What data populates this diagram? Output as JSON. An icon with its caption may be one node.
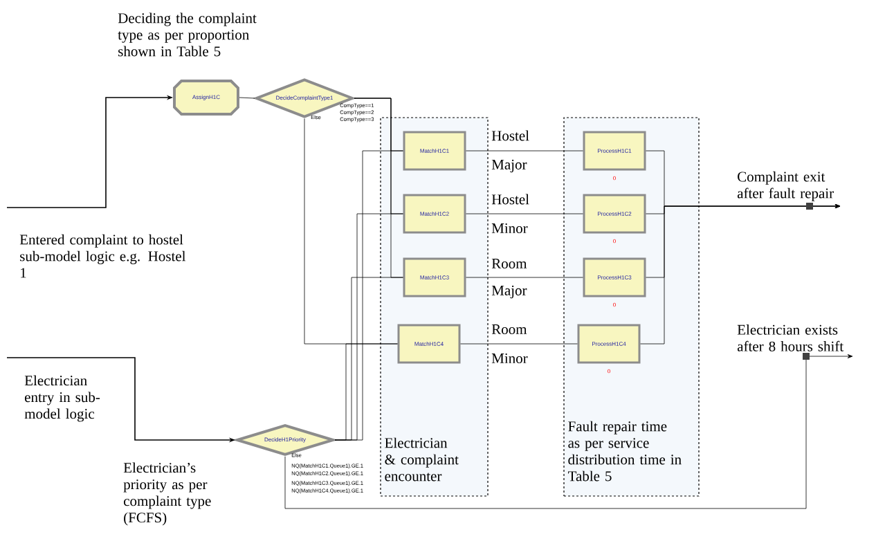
{
  "diagram": {
    "nodes": [
      {
        "text": [
          "Electrician & complaint encounter"
        ]
      },
      {
        "text": [
          "Fault repair time as per service distribution time in Table 5"
        ]
      },
      {
        "text": [
          "AssignH1C"
        ]
      },
      {
        "text": [
          "DecideComplaintType1"
        ],
        "beside": [
          "CompType==1",
          "CompType==2",
          "CompType==3",
          "Else"
        ]
      },
      {
        "text": [
          "MatchH1C1"
        ],
        "in": 0
      },
      {
        "text": [
          "MatchH1C2"
        ],
        "in": 0
      },
      {
        "text": [
          "MatchH1C3"
        ],
        "in": 0
      },
      {
        "text": [
          "MatchH1C4"
        ],
        "in": 0
      },
      {
        "text": [
          "ProcessH1C1"
        ],
        "in": 1,
        "beside": [
          "0"
        ]
      },
      {
        "text": [
          "ProcessH1C2"
        ],
        "in": 1,
        "beside": [
          "0"
        ]
      },
      {
        "text": [
          "ProcessH1C3"
        ],
        "in": 1,
        "beside": [
          "0"
        ]
      },
      {
        "text": [
          "ProcessH1C4"
        ],
        "in": 1,
        "beside": [
          "0"
        ]
      },
      {
        "text": [
          "DecideH1Priority"
        ],
        "beside": [
          "Else",
          "NQ(MatchH1C1.Queue1).GE.1",
          "NQ(MatchH1C2.Queue1).GE.1",
          "NQ(MatchH1C3.Queue1).GE.1",
          "NQ(MatchH1C4.Queue1).GE.1"
        ]
      },
      {
        "text": [
          "Complaint exit after fault repair"
        ]
      },
      {
        "text": [
          "Electrician exists after 8 hours shift"
        ]
      }
    ],
    "edges": [
      {
        "from": null,
        "to": 2,
        "arrow": "to"
      },
      {
        "from": 2,
        "to": 3,
        "arrow": "none"
      },
      {
        "from": 3,
        "to": 4,
        "arrow": "none"
      },
      {
        "from": 3,
        "to": 5,
        "arrow": "none"
      },
      {
        "from": 3,
        "to": 6,
        "arrow": "none"
      },
      {
        "from": 3,
        "to": 7,
        "arrow": "none"
      },
      {
        "from": null,
        "to": 12,
        "arrow": "to"
      },
      {
        "from": 12,
        "to": 4,
        "arrow": "none"
      },
      {
        "from": 12,
        "to": 5,
        "arrow": "none"
      },
      {
        "from": 12,
        "to": 6,
        "arrow": "none"
      },
      {
        "from": 12,
        "to": 7,
        "arrow": "none"
      },
      {
        "from": 4,
        "to": 8,
        "arrow": "none"
      },
      {
        "from": 5,
        "to": 9,
        "arrow": "none"
      },
      {
        "from": 6,
        "to": 10,
        "arrow": "none"
      },
      {
        "from": 7,
        "to": 11,
        "arrow": "none"
      },
      {
        "from": 8,
        "to": 13,
        "arrow": "to"
      },
      {
        "from": 9,
        "to": 13,
        "arrow": "to"
      },
      {
        "from": 10,
        "to": 13,
        "arrow": "to"
      },
      {
        "from": 11,
        "to": 13,
        "arrow": "to"
      },
      {
        "from": 12,
        "to": 14,
        "arrow": "to"
      }
    ],
    "labels": [
      "Deciding the complaint type as per proportion shown in Table 5",
      "Hostel",
      "Major",
      "Hostel",
      "Minor",
      "Entered complaint to hostel sub-model logic e.g. Hostel 1",
      "Room",
      "Major",
      "Room",
      "Minor",
      "Electrician entry in sub-model logic",
      "Electrician’s priority as per complaint type (FCFS)"
    ]
  }
}
